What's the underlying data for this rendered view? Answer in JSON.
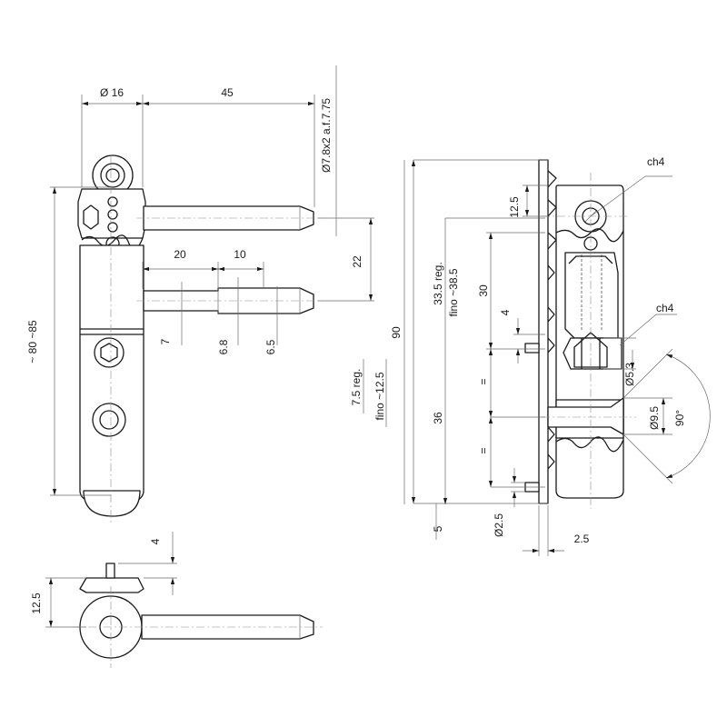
{
  "dims": {
    "dia16": "Ø 16",
    "len45": "45",
    "hex": "Ø7.8x2 a.f.7.75",
    "d20": "20",
    "d10": "10",
    "d22": "22",
    "d7": "7",
    "d68": "6.8",
    "d65": "6.5",
    "d90": "90",
    "total": "~ 80 ~85",
    "reg75": "7.5 reg.",
    "fino125": "fino ~12.5",
    "d4_bottom": "4",
    "d125_bottom": "12.5",
    "d125_side": "12.5",
    "reg335": "33.5 reg.",
    "fino385": "fino ~38.5",
    "d30": "30",
    "d4_side": "4",
    "eq1": "=",
    "eq2": "=",
    "d36": "36",
    "d5": "5",
    "dia25": "Ø2.5",
    "d25": "2.5",
    "ch4_top": "ch4",
    "ch4_mid": "ch4",
    "dia53": "Ø5.3",
    "dia95": "Ø9.5",
    "angle90": "90°"
  }
}
